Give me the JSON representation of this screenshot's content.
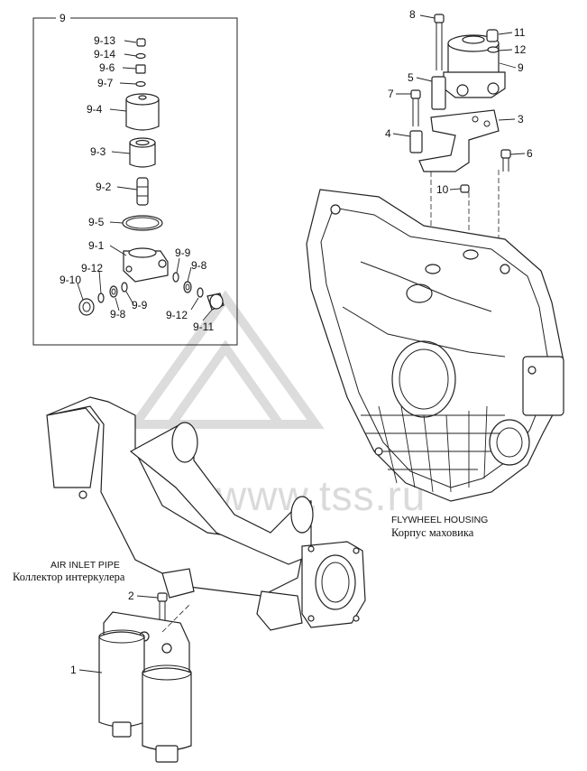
{
  "watermark": {
    "text": "www.tss.ru",
    "logo_icon": "tss-triangle-logo-icon"
  },
  "inset": {
    "title": "9",
    "callouts": [
      {
        "id": "9-13",
        "label": "9-13"
      },
      {
        "id": "9-14",
        "label": "9-14"
      },
      {
        "id": "9-6",
        "label": "9-6"
      },
      {
        "id": "9-7",
        "label": "9-7"
      },
      {
        "id": "9-4",
        "label": "9-4"
      },
      {
        "id": "9-3",
        "label": "9-3"
      },
      {
        "id": "9-2",
        "label": "9-2"
      },
      {
        "id": "9-5",
        "label": "9-5"
      },
      {
        "id": "9-1",
        "label": "9-1"
      },
      {
        "id": "9-9a",
        "label": "9-9"
      },
      {
        "id": "9-8a",
        "label": "9-8"
      },
      {
        "id": "9-12a",
        "label": "9-12"
      },
      {
        "id": "9-10",
        "label": "9-10"
      },
      {
        "id": "9-8b",
        "label": "9-8"
      },
      {
        "id": "9-9b",
        "label": "9-9"
      },
      {
        "id": "9-12b",
        "label": "9-12"
      },
      {
        "id": "9-11",
        "label": "9-11"
      }
    ]
  },
  "main_callouts": [
    {
      "id": "8",
      "label": "8"
    },
    {
      "id": "11",
      "label": "11"
    },
    {
      "id": "12",
      "label": "12"
    },
    {
      "id": "9",
      "label": "9"
    },
    {
      "id": "5",
      "label": "5"
    },
    {
      "id": "7",
      "label": "7"
    },
    {
      "id": "3",
      "label": "3"
    },
    {
      "id": "4",
      "label": "4"
    },
    {
      "id": "6",
      "label": "6"
    },
    {
      "id": "10",
      "label": "10"
    },
    {
      "id": "2",
      "label": "2"
    },
    {
      "id": "1",
      "label": "1"
    }
  ],
  "captions": {
    "flywheel_en": "FLYWHEEL HOUSING",
    "flywheel_ru": "Корпус маховика",
    "air_inlet_en": "AIR INLET PIPE",
    "air_inlet_ru": "Коллектор интеркулера"
  }
}
